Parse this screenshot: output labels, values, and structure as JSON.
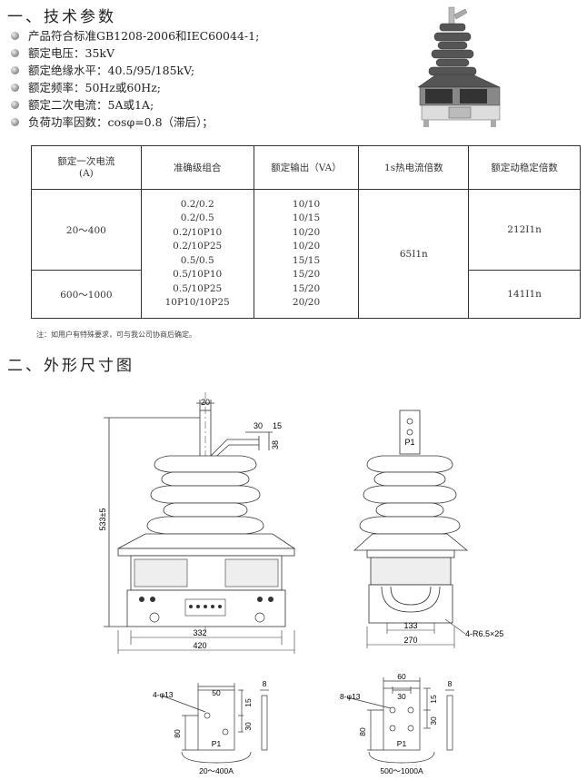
{
  "sections": {
    "tech_title": "一、技术参数",
    "dims_title": "二、外形尺寸图"
  },
  "specs": [
    "产品符合标准GB1208-2006和IEC60044-1;",
    "额定电压：35kV",
    "额定绝缘水平：40.5/95/185kV;",
    "额定频率：50Hz或60Hz;",
    "额定二次电流：5A或1A;",
    "负荷功率因数：cosφ=0.8（滞后）；"
  ],
  "table": {
    "headers": [
      "额定一次电流\n(A)",
      "准确级组合",
      "额定输出（VA）",
      "1s热电流倍数",
      "额定动稳定倍数"
    ],
    "currents": [
      "20～400",
      "600～1000"
    ],
    "accuracy": [
      "0.2/0.2",
      "0.2/0.5",
      "0.2/10P10",
      "0.2/10P25",
      "0.5/0.5",
      "0.5/10P10",
      "0.5/10P25",
      "10P10/10P25"
    ],
    "outputs": [
      "10/10",
      "10/15",
      "10/20",
      "10/20",
      "15/15",
      "15/20",
      "15/20",
      "20/20"
    ],
    "thermal": "65I1n",
    "dynamic": [
      "212I1n",
      "141I1n"
    ]
  },
  "note": "注：如用户有特殊要求，可与我公司协商后确定。",
  "dims": {
    "d20": "20",
    "d30": "30",
    "d15": "15",
    "d38": "38",
    "d533": "533±5",
    "d332": "332",
    "d420": "420",
    "p1": "P1",
    "d133": "133",
    "d270": "270",
    "r65": "4-R6.5×25"
  },
  "details": {
    "a_holes": "4-φ13",
    "a_50": "50",
    "a_15": "15",
    "a_30": "30",
    "a_80": "80",
    "a_8": "8",
    "a_p1": "P1",
    "a_caption": "20～400A",
    "b_holes": "8-φ13",
    "b_60": "60",
    "b_30": "30",
    "b_15": "15",
    "b_30v": "30",
    "b_80": "80",
    "b_8": "8",
    "b_p1": "P1",
    "b_caption": "500～1000A"
  },
  "colors": {
    "insulator": "#5e5e5e",
    "line": "#333333"
  }
}
